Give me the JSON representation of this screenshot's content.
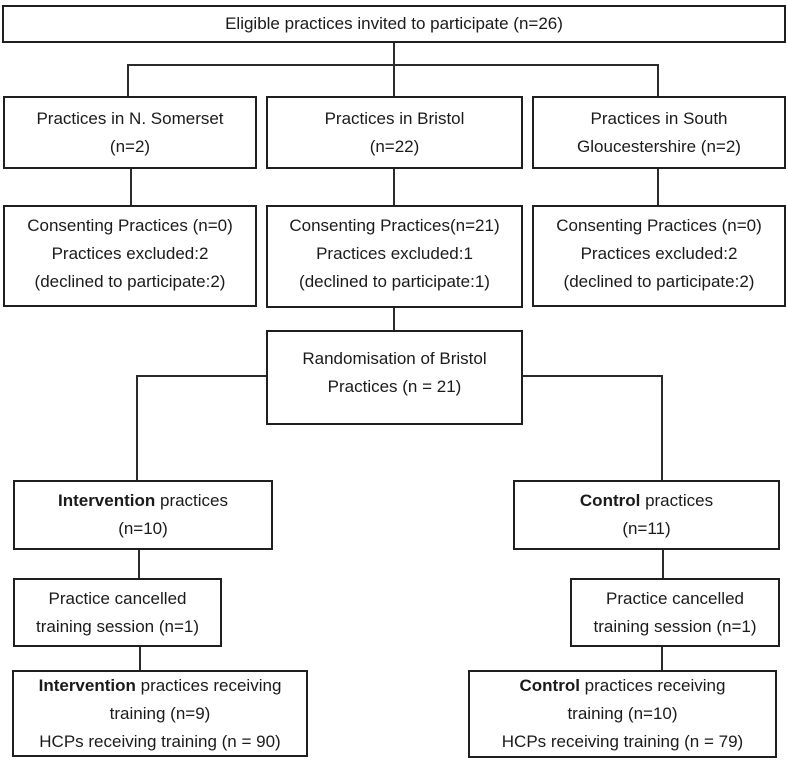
{
  "diagram": {
    "eligible_box": {
      "line1": "Eligible practices invited to participate (n=26)"
    },
    "region_boxes": [
      {
        "lines": [
          "Practices in N. Somerset",
          "(n=2)"
        ]
      },
      {
        "lines": [
          "Practices in Bristol",
          "(n=22)"
        ]
      },
      {
        "lines": [
          "Practices in South",
          "Gloucestershire (n=2)"
        ]
      }
    ],
    "consent_boxes": [
      {
        "lines": [
          "Consenting Practices (n=0)",
          "Practices excluded:2",
          "(declined to participate:2)"
        ]
      },
      {
        "lines": [
          "Consenting Practices(n=21)",
          "Practices excluded:1",
          "(declined to participate:1)"
        ]
      },
      {
        "lines": [
          "Consenting Practices (n=0)",
          "Practices excluded:2",
          "(declined to participate:2)"
        ]
      }
    ],
    "randomisation_box": {
      "lines": [
        "Randomisation of Bristol",
        "Practices (n = 21)"
      ]
    },
    "arm_boxes": [
      {
        "line1_bold": "Intervention",
        "line1_rest": " practices",
        "line2": "(n=10)"
      },
      {
        "line1_bold": "Control",
        "line1_rest": " practices",
        "line2": "(n=11)"
      }
    ],
    "cancel_boxes": [
      {
        "lines": [
          "Practice cancelled",
          "training session (n=1)"
        ]
      },
      {
        "lines": [
          "Practice cancelled",
          "training session (n=1)"
        ]
      }
    ],
    "training_boxes": [
      {
        "line1_bold": "Intervention",
        "line1_rest": " practices receiving",
        "line2": "training (n=9)",
        "line3": "HCPs receiving training (n = 90)"
      },
      {
        "line1_bold": "Control",
        "line1_rest": " practices receiving",
        "line2": "training (n=10)",
        "line3": "HCPs receiving training (n = 79)"
      }
    ],
    "colors": {
      "border": "#1f1f1f",
      "line": "#2b2b2b",
      "text": "#1a1a1a",
      "background": "#ffffff"
    }
  }
}
